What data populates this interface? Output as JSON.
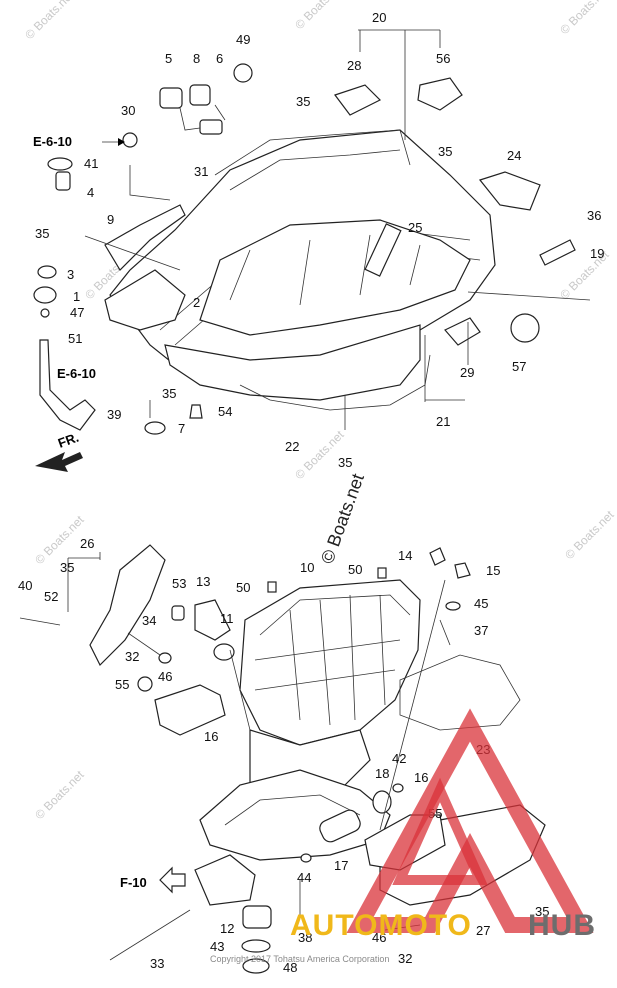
{
  "labels": {
    "p1": "1",
    "p2": "2",
    "p3": "3",
    "p4": "4",
    "p5": "5",
    "p6": "6",
    "p7": "7",
    "p8": "8",
    "p9": "9",
    "p10": "10",
    "p11": "11",
    "p12": "12",
    "p13": "13",
    "p14": "14",
    "p15": "15",
    "p16a": "16",
    "p16b": "16",
    "p17": "17",
    "p18": "18",
    "p19": "19",
    "p20": "20",
    "p21": "21",
    "p22": "22",
    "p23": "23",
    "p24": "24",
    "p25": "25",
    "p26": "26",
    "p27": "27",
    "p28": "28",
    "p29": "29",
    "p30": "30",
    "p31": "31",
    "p32a": "32",
    "p32b": "32",
    "p33": "33",
    "p34": "34",
    "p35a": "35",
    "p35b": "35",
    "p35c": "35",
    "p35d": "35",
    "p35e": "35",
    "p35f": "35",
    "p35g": "35",
    "p36": "36",
    "p37": "37",
    "p38": "38",
    "p39": "39",
    "p40": "40",
    "p41": "41",
    "p42": "42",
    "p43": "43",
    "p44": "44",
    "p45": "45",
    "p46a": "46",
    "p46b": "46",
    "p47": "47",
    "p48": "48",
    "p49": "49",
    "p50a": "50",
    "p50b": "50",
    "p51": "51",
    "p52": "52",
    "p53": "53",
    "p54": "54",
    "p55a": "55",
    "p55b": "55",
    "p56": "56",
    "p57": "57"
  },
  "refs": {
    "e610_top": "E-6-10",
    "e610_mid": "E-6-10",
    "f10": "F-10",
    "fr": "FR."
  },
  "watermark": {
    "center": "© Boats.net",
    "small": "© Boats.net",
    "copyright": "Copyright 2017 Tohatsu America Corporation"
  },
  "logo": {
    "text_a": "AUTOMOTO",
    "text_b": "HUB",
    "color_a": "#f0b81a",
    "color_b": "#6d6d6d",
    "triangle_color": "#d9333a"
  }
}
